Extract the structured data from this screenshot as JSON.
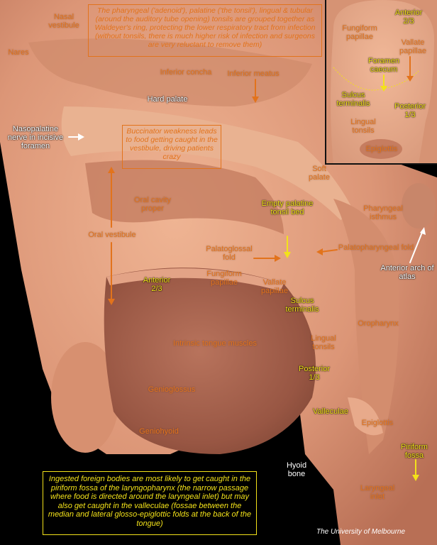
{
  "notes": {
    "waldeyer": "The pharyngeal ('adenoid'), palatine ('the tonsil'), lingual & tubular (around the auditory tube opening) tonsils are grouped together as Waldeyer's ring, protecting the lower respiratory tract from infection (without tonsils, there is much higher risk of infection and surgeons are very reluctant to remove them)",
    "buccinator": "Buccinator weakness leads to food getting caught in the vestibule, driving patients crazy",
    "foreign_bodies": "Ingested foreign bodies are most likely to get caught in the piriform fossa of the laryngopharynx (the narrow passage where food is directed around the laryngeal inlet) but may also get caught in the valleculae (fossae between the median and lateral glosso-epiglottic folds at the back of the tongue)"
  },
  "labels": {
    "nares": "Nares",
    "nasal_vestibule": "Nasal vestibule",
    "inferior_concha": "Inferior concha",
    "inferior_meatus": "Inferior meatus",
    "hard_palate": "Hard palate",
    "nasopalatine": "Nasopalatine nerve in incisive foramen",
    "soft_palate": "Soft palate",
    "oral_cavity_proper": "Oral cavity proper",
    "oral_vestibule": "Oral vestibule",
    "empty_tonsil_bed": "Empty palatine tonsil bed",
    "pharyngeal_isthmus": "Pharyngeal isthmus",
    "palatoglossal_fold": "Palatoglossal fold",
    "palatopharyngeal_fold": "Palatopharyngeal fold",
    "anterior_arch_atlas": "Anterior arch of atlas",
    "anterior_two_thirds": "Anterior 2/3",
    "fungiform_papillae": "Fungiform papillae",
    "vallate_papillae": "Vallate papillae",
    "sulcus_terminalis": "Sulcus terminalis",
    "oropharynx": "Oropharynx",
    "lingual_tonsils": "Lingual tonsils",
    "intrinsic_muscles": "Intrinsic tongue muscles",
    "posterior_one_third": "Posterior 1/3",
    "genioglossus": "Genioglossus",
    "valleculae": "Valleculae",
    "epiglottis": "Epiglottis",
    "piriform_fossa": "Piriform fossa",
    "geniohyoid": "Geniohyoid",
    "hyoid_bone": "Hyoid bone",
    "laryngeal_inlet": "Laryngeal inlet"
  },
  "inset": {
    "anterior": "Anterior 2/3",
    "fungiform": "Fungiform papillae",
    "vallate": "Vallate papillae",
    "foramen_caecum": "Foramen caecum",
    "sulcus": "Sulcus terminalis",
    "posterior": "Posterior 1/3",
    "lingual_tonsils": "Lingual tonsils",
    "epiglottis": "Epiglottis"
  },
  "credit": "The University of Melbourne",
  "colors": {
    "orange_label": "#e2731c",
    "yellow_label": "#f3e21a",
    "white_label": "#ffffff",
    "tissue": "#e9a98a"
  }
}
